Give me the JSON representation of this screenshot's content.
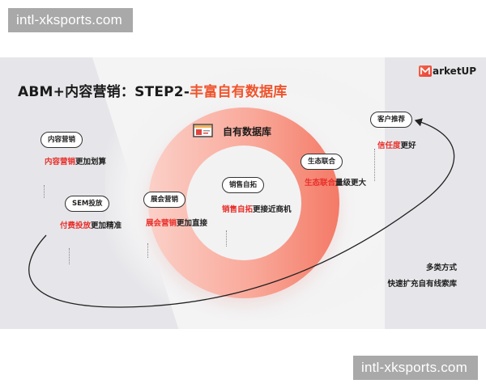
{
  "watermarks": {
    "top": "intl-xksports.com",
    "bottom": "intl-xksports.com"
  },
  "slide": {
    "title_prefix": "ABM+内容营销：STEP2-",
    "title_accent": "丰富自有数据库",
    "logo": {
      "icon": "marketup-m-logo-icon",
      "text": "arketUP"
    },
    "center": {
      "icon": "database-screen-icon",
      "label": "自有数据库"
    },
    "nodes": [
      {
        "pill": "内容营销",
        "caption_red": "内容营销",
        "caption_rest": "更加划算"
      },
      {
        "pill": "SEM投放",
        "caption_red": "付费投放",
        "caption_rest": "更加精准"
      },
      {
        "pill": "展会营销",
        "caption_red": "展会营销",
        "caption_rest": "更加直接"
      },
      {
        "pill": "销售自拓",
        "caption_red": "销售自拓",
        "caption_rest": "更接近商机"
      },
      {
        "pill": "生态联合",
        "caption_red": "生态联合",
        "caption_rest": "量级更大"
      },
      {
        "pill": "客户推荐",
        "caption_red": "信任度",
        "caption_rest": "更好"
      }
    ],
    "note": {
      "line1": "多类方式",
      "line2": "快速扩充自有线索库"
    },
    "colors": {
      "accent_orange": "#f0542c",
      "accent_red": "#e82f2a",
      "ring_light": "#fbd0c8",
      "ring_dark": "#f47a67"
    }
  }
}
